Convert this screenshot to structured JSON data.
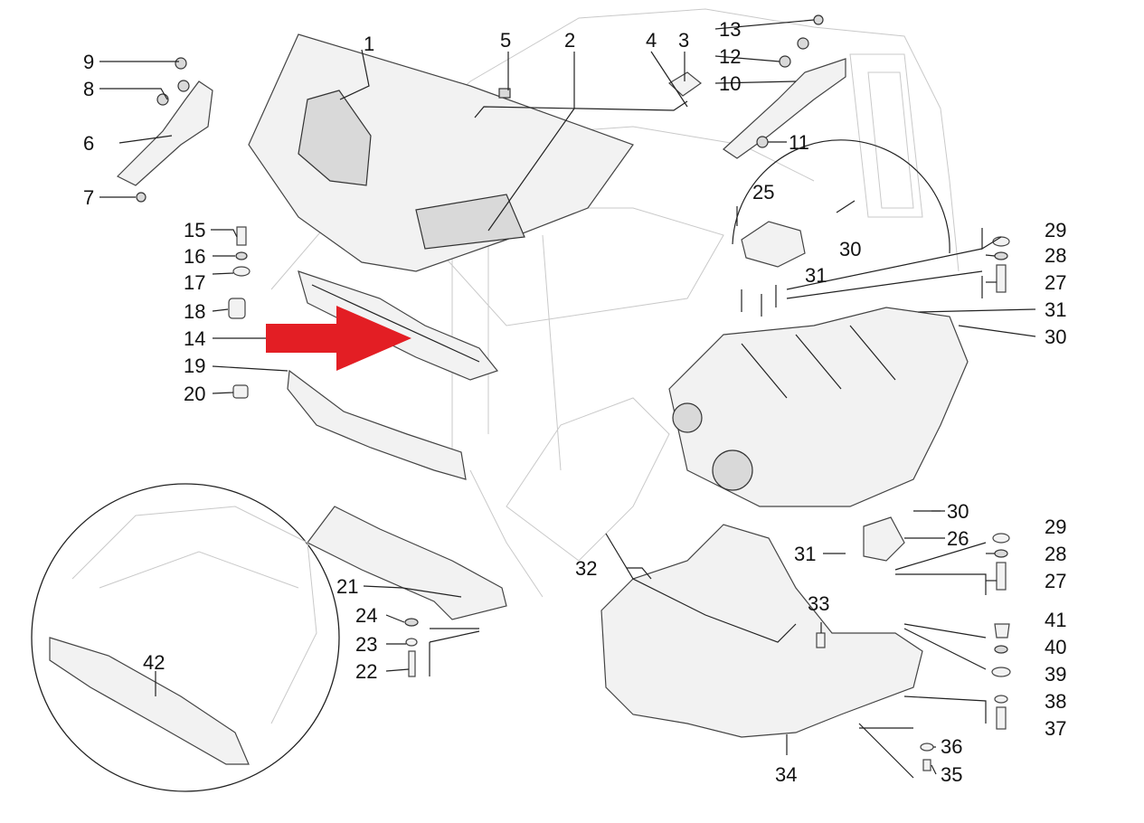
{
  "callouts": {
    "c1": "1",
    "c2": "2",
    "c3": "3",
    "c4": "4",
    "c5": "5",
    "c6": "6",
    "c7": "7",
    "c8": "8",
    "c9": "9",
    "c10": "10",
    "c11": "11",
    "c12": "12",
    "c13": "13",
    "c14": "14",
    "c15": "15",
    "c16": "16",
    "c17": "17",
    "c18": "18",
    "c19": "19",
    "c20": "20",
    "c21": "21",
    "c22": "22",
    "c23": "23",
    "c24": "24",
    "c25": "25",
    "c26": "26",
    "c27a": "27",
    "c27b": "27",
    "c28a": "28",
    "c28b": "28",
    "c29a": "29",
    "c29b": "29",
    "c30a": "30",
    "c30b": "30",
    "c30c": "30",
    "c31a": "31",
    "c31b": "31",
    "c31c": "31",
    "c32": "32",
    "c33": "33",
    "c34": "34",
    "c35": "35",
    "c36": "36",
    "c37": "37",
    "c38": "38",
    "c39": "39",
    "c40": "40",
    "c41": "41",
    "c42": "42"
  },
  "colors": {
    "arrow": "#e31e24",
    "line": "#222222",
    "part_fill": "#f2f2f2"
  },
  "pointer": {
    "icon": "red-arrow-icon",
    "target_part": "14"
  }
}
